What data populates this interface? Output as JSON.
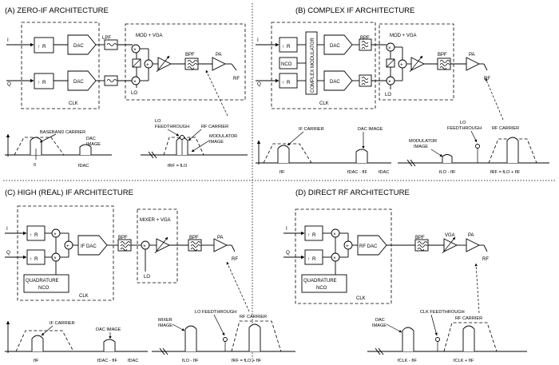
{
  "titles": {
    "a": "(A) ZERO-IF ARCHITECTURE",
    "b": "(B) COMPLEX IF ARCHITECTURE",
    "c": "(C) HIGH (REAL) IF ARCHITECTURE",
    "d": "(D) DIRECT RF ARCHITECTURE"
  },
  "common": {
    "i": "I",
    "q": "Q",
    "r": "R",
    "dac": "DAC",
    "lpf": "LPF",
    "bpf": "BPF",
    "pa": "PA",
    "rf": "RF",
    "lo": "LO",
    "clk": "CLK",
    "zero": "0"
  },
  "a": {
    "mod_vga": "MOD + VGA",
    "baseband_carrier": "BASEBAND CARRIER",
    "dac_image": "DAC\nIMAGE",
    "f_dac": "fDAC",
    "lo_feedthrough": "LO\nFEEDTHROUGH",
    "rf_carrier": "RF CARRIER",
    "modulator_image": "MODULATOR\nIMAGE",
    "f_rf_eq": "fRF = fLO"
  },
  "b": {
    "nco": "NCO",
    "complex_modulator": "COMPLEX MODULATOR",
    "mod_vga": "MOD + VGA",
    "if_carrier": "IF CARRIER",
    "dac_image": "DAC IMAGE",
    "modulator_image": "MODULATOR\nIMAGE",
    "lo_feedthrough": "LO\nFEEDTHROUGH",
    "rf_carrier": "RF CARRIER",
    "f_if": "fIF",
    "f_dac_if": "fDAC - fIF",
    "f_dac": "fDAC",
    "f_lo_if": "fLO - fIF",
    "f_rf_eq": "fRF = fLO + fIF"
  },
  "c": {
    "if_dac": "IF DAC",
    "quad_nco": "QUADRATURE\nNCO",
    "mixer_vga": "MIXER + VGA",
    "if_carrier": "IF CARRIER",
    "dac_image": "DAC IMAGE",
    "mixer_image": "MIXER\nIMAGE",
    "lo_feedthrough": "LO FEEDTHROUGH",
    "rf_carrier": "RF CARRIER",
    "f_if": "fIF",
    "f_dac_if": "fDAC - fIF",
    "f_dac": "fDAC",
    "f_lo_if": "fLO - fIF",
    "f_rf_eq": "fRF = fLO + fIF"
  },
  "d": {
    "rf_dac": "RF DAC",
    "quad_nco": "QUADRATURE\nNCO",
    "vga": "VGA",
    "dac_image": "DAC\nIMAGE",
    "clk_feedthrough": "CLK FEEDTHROUGH",
    "rf_carrier": "RF CARRIER",
    "f_clk_if": "fCLK - fIF",
    "f_clk_if2": "fCLK + fIF"
  }
}
